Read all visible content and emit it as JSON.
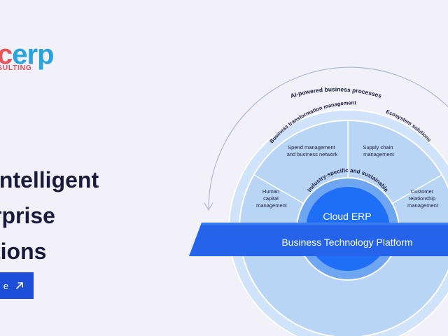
{
  "brand": {
    "logo_c": "c",
    "logo_erp": "erp",
    "logo_sub": "SULTING"
  },
  "hero": {
    "headline_lines": [
      "intelligent",
      "rprise",
      "tions"
    ],
    "cta_label": "e",
    "cta_icon": "arrow-up-right-icon"
  },
  "diagram": {
    "outer_arc": "AI-powered business processes",
    "ring_left": "Business transformation management",
    "ring_right": "Ecosystem solutions",
    "segments": {
      "hcm": [
        "Human",
        "capital",
        "management"
      ],
      "spend": [
        "Spend management",
        "and business network"
      ],
      "supply": [
        "Supply chain",
        "management"
      ],
      "crm": [
        "Customer",
        "relationship",
        "management"
      ]
    },
    "inner_arc": "Industry-specific and sustainable",
    "core": "Cloud ERP",
    "platform": "Business Technology Platform"
  },
  "colors": {
    "background": "#f2f1fa",
    "accent": "#1d4ed8",
    "platform": "#2563eb",
    "core": "#1e6ff5",
    "ring": "#c7def8",
    "segments": "#b4d2f6",
    "logo_red": "#e8545a",
    "logo_blue": "#26a3e0"
  }
}
